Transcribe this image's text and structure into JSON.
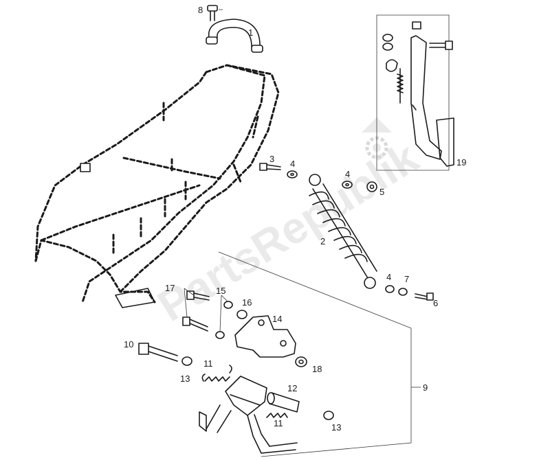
{
  "callouts": {
    "n1": "1",
    "n2": "2",
    "n3": "3",
    "n4a": "4",
    "n4b": "4",
    "n4c": "4",
    "n5": "5",
    "n6": "6",
    "n7": "7",
    "n8": "8",
    "n9": "9",
    "n10": "10",
    "n11a": "11",
    "n11b": "11",
    "n12": "12",
    "n13a": "13",
    "n13b": "13",
    "n14": "14",
    "n15": "15",
    "n16": "16",
    "n17": "17",
    "n18": "18",
    "n19": "19"
  },
  "watermark": {
    "text": "PartsRepublik",
    "icon": "gear-icon"
  },
  "colors": {
    "line": "#1a1a1a",
    "watermark": "#d9d9d9",
    "background": "#ffffff"
  }
}
